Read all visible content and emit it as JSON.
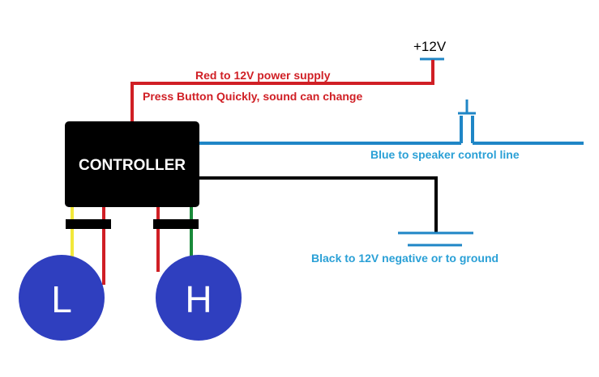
{
  "labels": {
    "supply": "+12V",
    "red_wire": "Red to 12V power supply",
    "press_button": "Press Button Quickly, sound can change",
    "controller": "CONTROLLER",
    "blue_wire": "Blue to speaker control line",
    "black_wire": "Black to 12V negative or to ground",
    "low_speaker": "L",
    "high_speaker": "H"
  },
  "colors": {
    "red_wire": "#d01f25",
    "blue_wire": "#1f86c6",
    "black_wire": "#000000",
    "yellow_wire": "#f2e83a",
    "green_wire": "#1a8a3a",
    "speaker_fill": "#2f3fbf",
    "controller_fill": "#000000",
    "controller_text": "#ffffff",
    "label_red": "#d01f25",
    "label_blue": "#2aa0d6"
  }
}
